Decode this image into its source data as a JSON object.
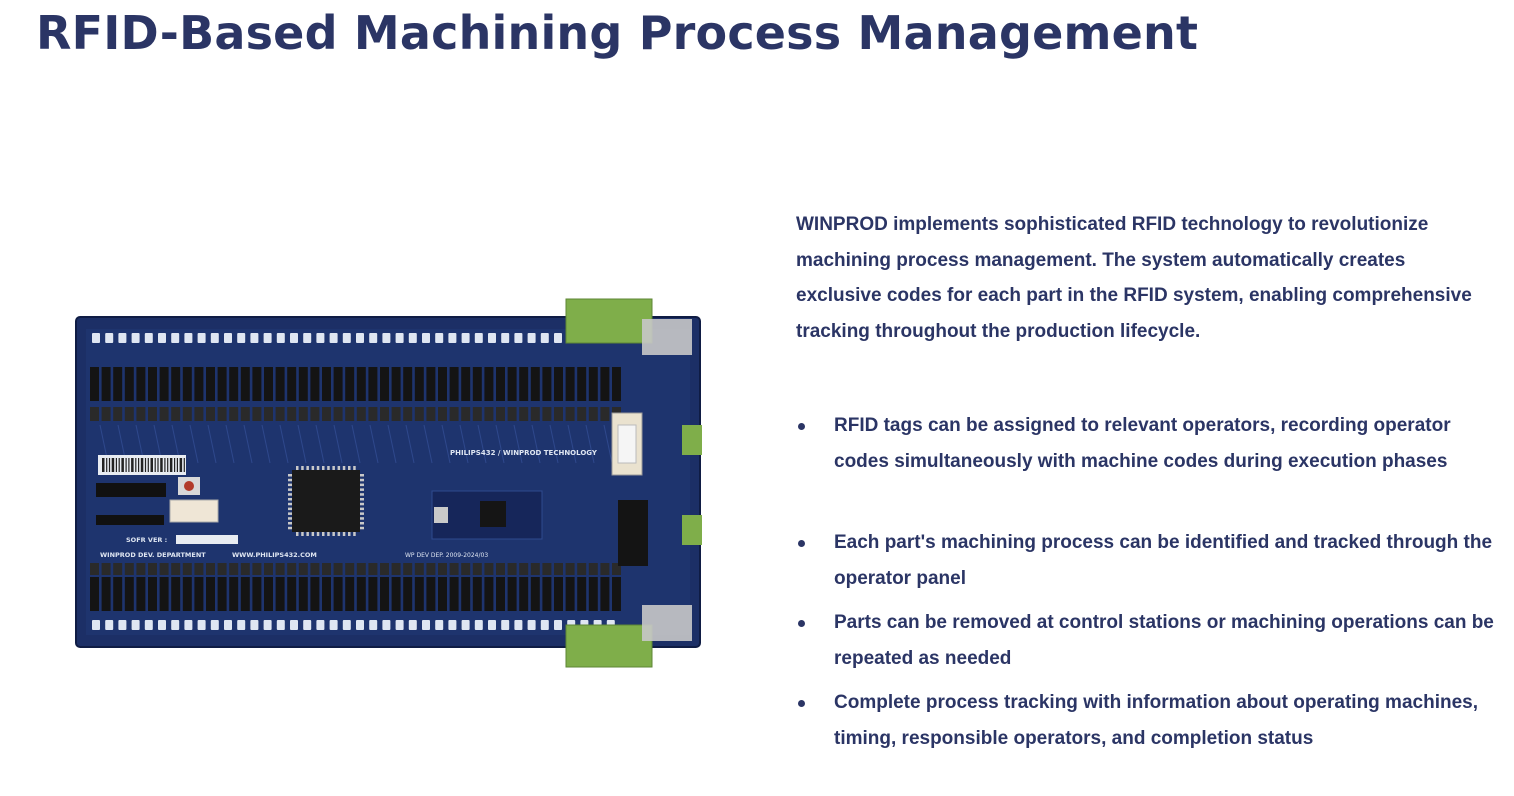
{
  "header": {
    "title": "RFID-Based Machining Process Management"
  },
  "intro": {
    "text": "WINPROD implements sophisticated RFID technology to revolutionize machining process management. The system automatically creates exclusive codes for each part in the RFID system, enabling comprehensive tracking throughout the production lifecycle."
  },
  "bullets": [
    {
      "text": "RFID tags can be assigned to relevant operators, recording operator codes simultaneously with machine codes during execution phases"
    },
    {
      "text": "Each part's machining process can be identified and tracked through the operator panel"
    },
    {
      "text": "Parts can be removed at control stations or machining operations can be repeated as needed"
    },
    {
      "text": "Complete process tracking with information about operating machines, timing, responsible operators, and completion status"
    }
  ],
  "board": {
    "label_company": "PHILIPS432 / WINPROD TECHNOLOGY",
    "label_dept": "WINPROD DEV. DEPARTMENT",
    "label_web": "WWW.PHILIPS432.COM",
    "label_ver": "SOFR VER :",
    "label_dep": "WP DEV DEP. 2009-2024/03",
    "colors": {
      "pcb": "#1c2f66",
      "pcb_dark": "#142350",
      "connector": "#7fae4a",
      "ic": "#1a1a1a",
      "silk": "#dfe6f2"
    }
  }
}
